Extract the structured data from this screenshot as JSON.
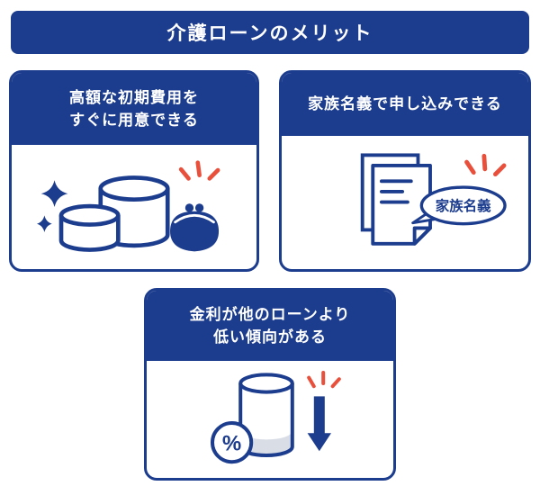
{
  "colors": {
    "primary": "#1c3c8e",
    "accent_red": "#e8503c",
    "shade_gray": "#d9dde6",
    "background": "#ffffff"
  },
  "header": {
    "title": "介護ローンのメリット"
  },
  "cards": {
    "cost": {
      "line1": "高額な初期費用を",
      "line2": "すぐに用意できる",
      "icon": "coins-and-purse-icon"
    },
    "family": {
      "line1": "家族名義で申し込みできる",
      "bubble": "家族名義",
      "icon": "application-document-icon"
    },
    "interest": {
      "line1": "金利が他のローンより",
      "line2": "低い傾向がある",
      "percent": "%",
      "icon": "interest-rate-down-icon"
    }
  }
}
